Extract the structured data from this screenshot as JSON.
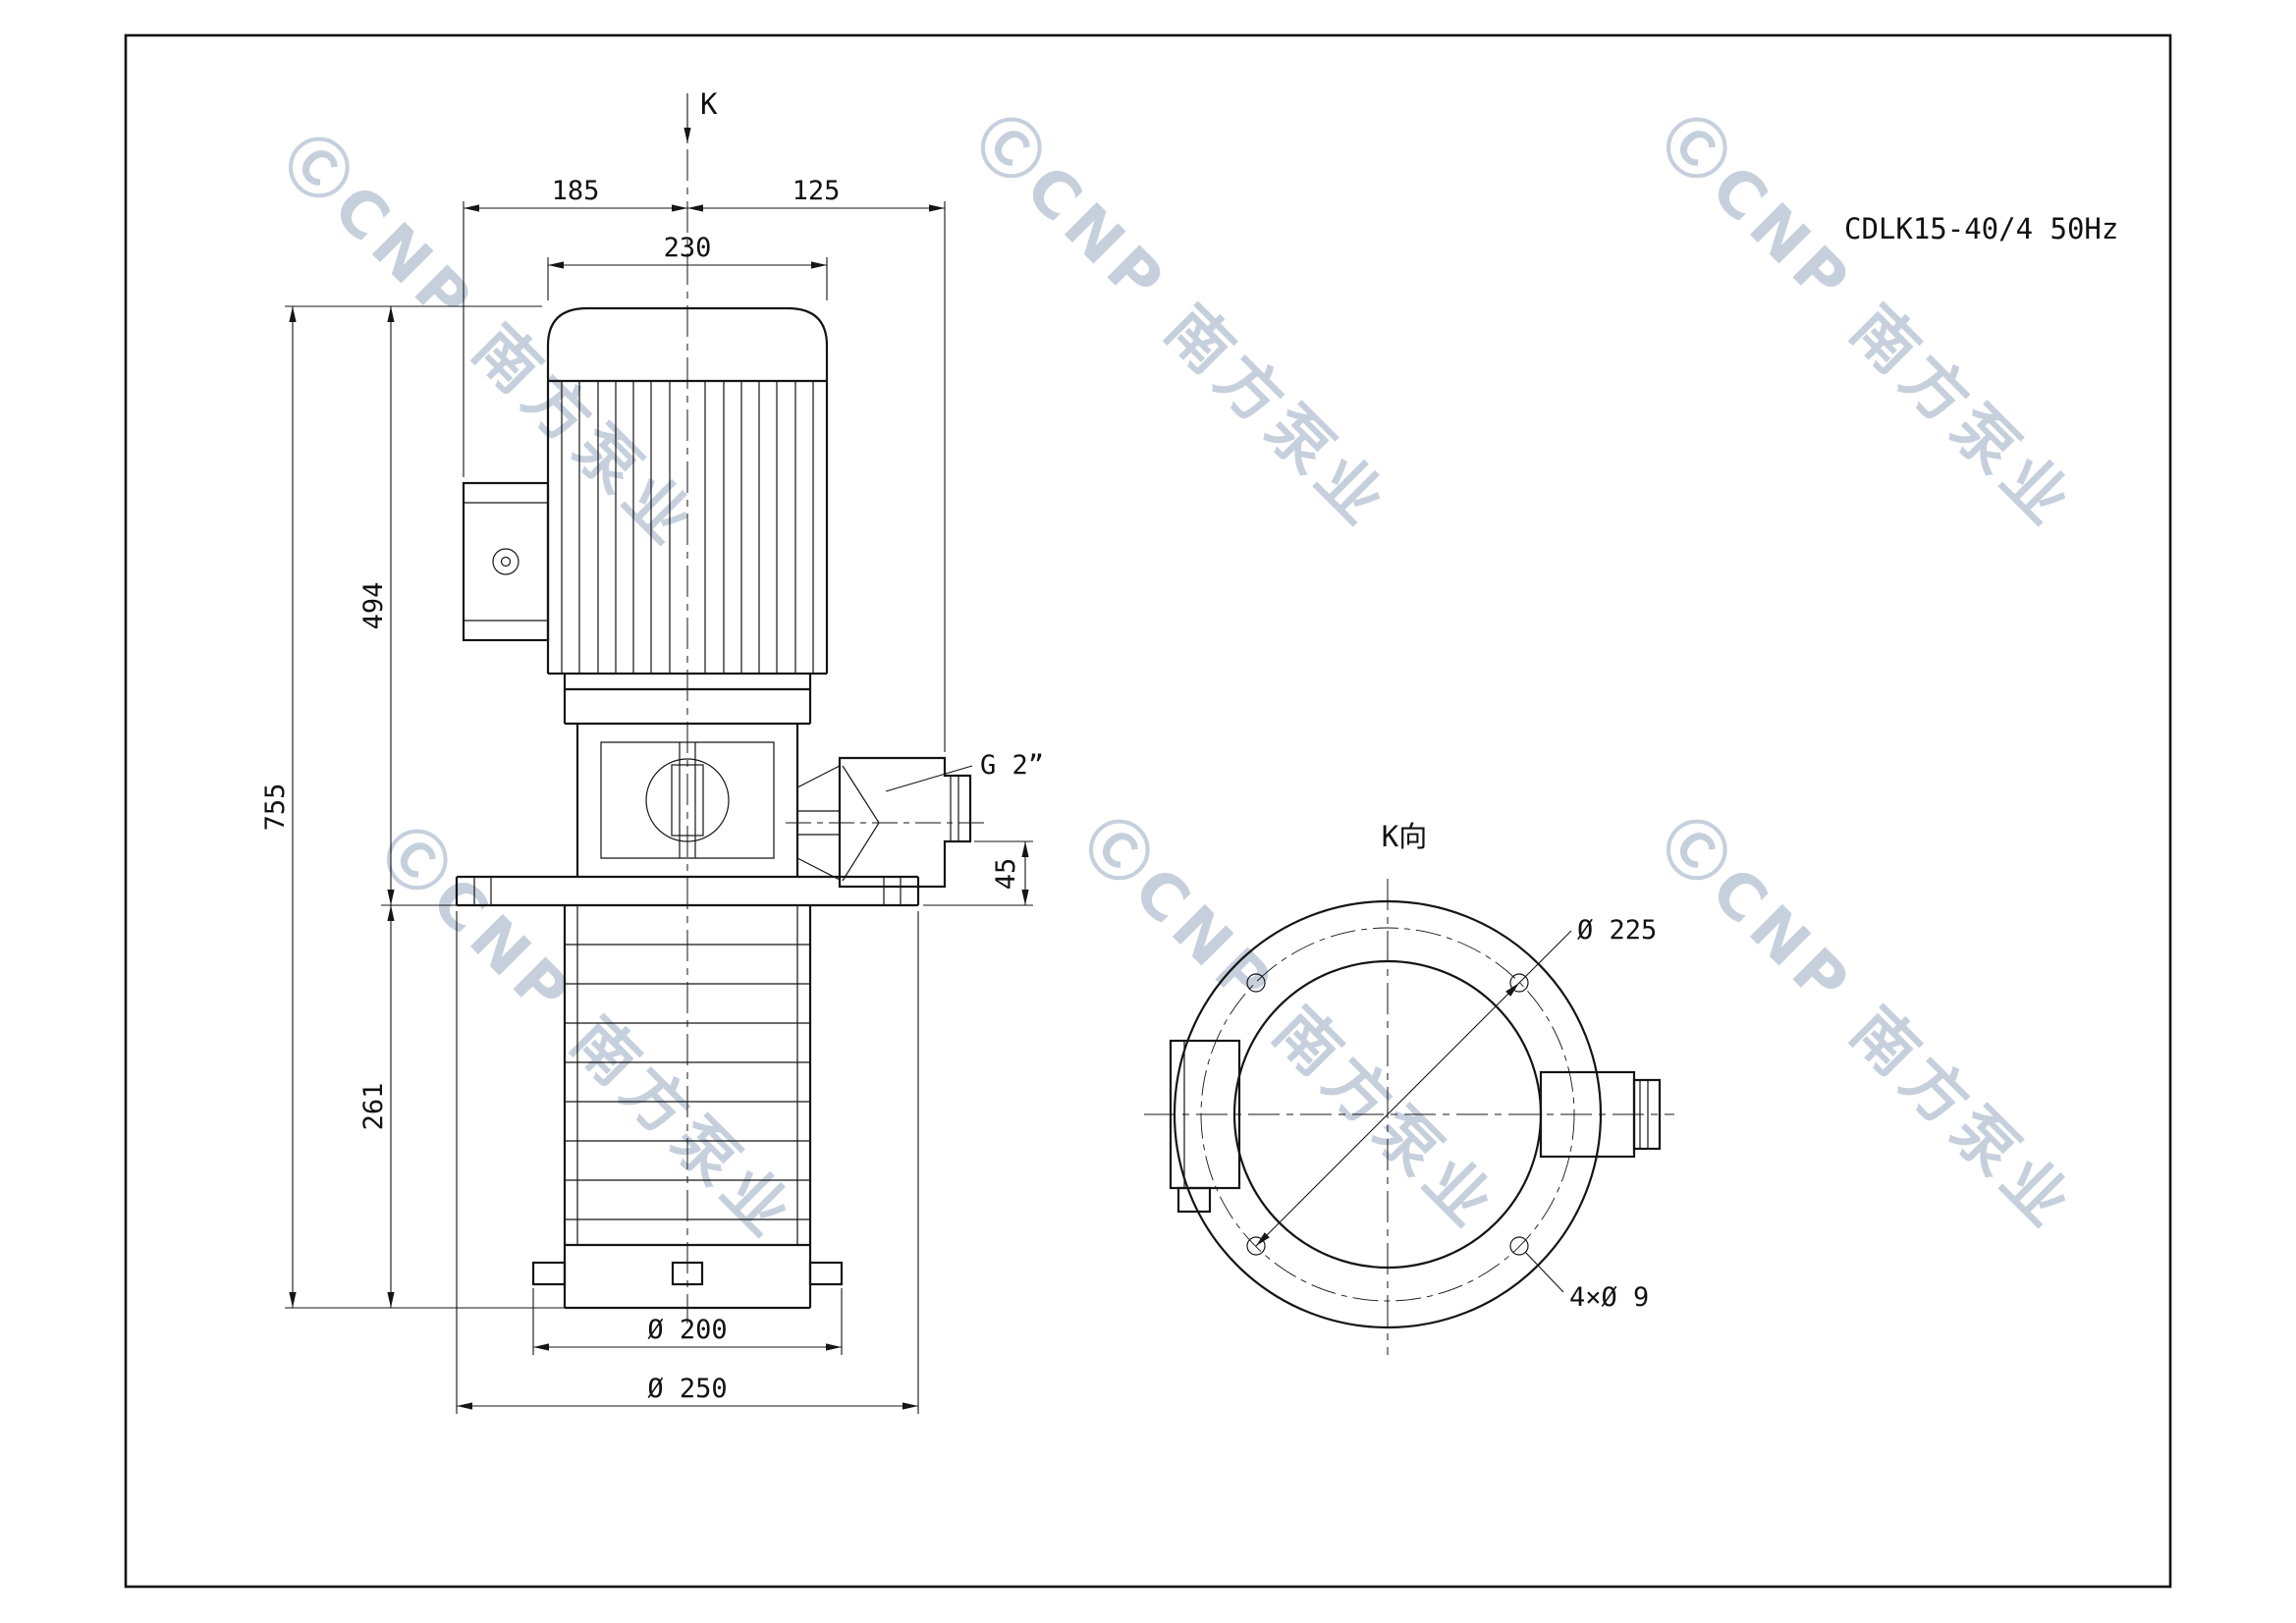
{
  "title": "CDLK15-40/4 50Hz",
  "watermark_text": "ⒸCNP 南方泵业",
  "front_view": {
    "k_arrow_label": "K",
    "dim_185": "185",
    "dim_125": "125",
    "dim_230": "230",
    "dim_494": "494",
    "dim_755": "755",
    "dim_261": "261",
    "dim_45": "45",
    "port_label": "G 2”",
    "dim_d200": "Ø 200",
    "dim_d250": "Ø 250"
  },
  "top_view": {
    "label": "K向",
    "dim_d225": "Ø 225",
    "holes_label": "4×Ø 9"
  }
}
